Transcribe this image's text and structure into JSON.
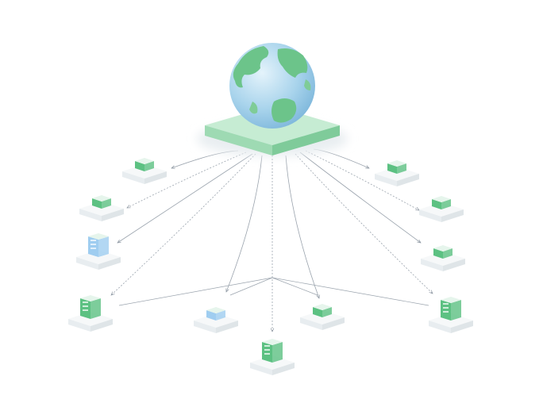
{
  "colors": {
    "background": "#ffffff",
    "ocean": "#a9d4ec",
    "land": "#6cc48a",
    "platform_top": "#bfe8cc",
    "platform_side": "#8fd3a6",
    "node_top": "#f6f8f9",
    "node_side": "#dfe5e8",
    "connector": "#9aa3ad",
    "icon_green": "#5cc182",
    "icon_blue": "#9fcdf0"
  },
  "hub": {
    "icon": "globe-icon"
  },
  "nodes": [
    {
      "id": "coins",
      "icon": "coins-icon",
      "color": "green"
    },
    {
      "id": "banknotes-left",
      "icon": "banknote-icon",
      "color": "green"
    },
    {
      "id": "bank",
      "icon": "bank-icon",
      "color": "blue"
    },
    {
      "id": "atm",
      "icon": "atm-icon",
      "color": "green"
    },
    {
      "id": "cash-stack-blue",
      "icon": "cash-stack-icon",
      "color": "blue"
    },
    {
      "id": "office-building",
      "icon": "building-icon",
      "color": "green"
    },
    {
      "id": "cash-stack-green",
      "icon": "cash-stack-icon",
      "color": "green"
    },
    {
      "id": "vault",
      "icon": "vault-icon",
      "color": "green"
    },
    {
      "id": "banknotes-right",
      "icon": "banknote-icon",
      "color": "green"
    },
    {
      "id": "wallet",
      "icon": "wallet-icon",
      "color": "green"
    },
    {
      "id": "coin",
      "icon": "coin-icon",
      "color": "green"
    }
  ]
}
